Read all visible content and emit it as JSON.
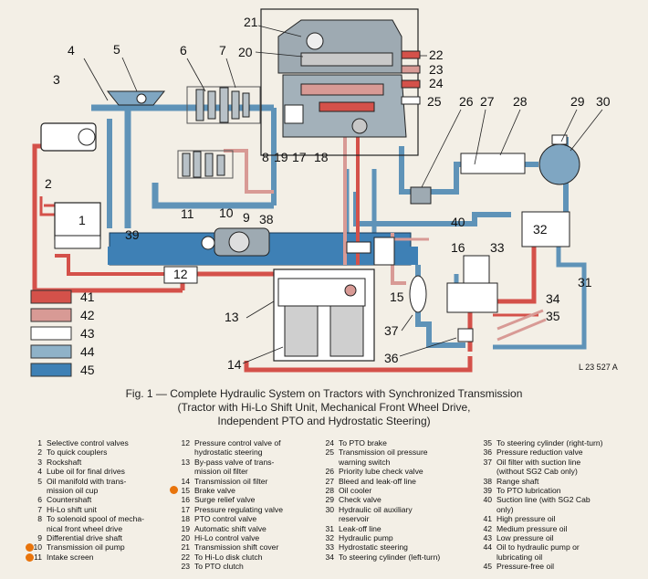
{
  "colors": {
    "high_pressure": "#d4514a",
    "medium_pressure": "#d89a95",
    "low_pressure": "#ffffff",
    "pto_lubrication": "#8fb2c8",
    "pressure_free": "#3e80b5",
    "marker": "#e8740c"
  },
  "callouts": [
    "1",
    "2",
    "3",
    "4",
    "5",
    "6",
    "7",
    "8",
    "9",
    "10",
    "11",
    "12",
    "13",
    "14",
    "15",
    "16",
    "17",
    "18",
    "19",
    "20",
    "21",
    "22",
    "23",
    "24",
    "25",
    "26",
    "27",
    "28",
    "29",
    "30",
    "31",
    "32",
    "33",
    "34",
    "35",
    "36",
    "37",
    "38",
    "39",
    "40"
  ],
  "legend": [
    {
      "num": "41",
      "color": "#d4514a"
    },
    {
      "num": "42",
      "color": "#d89a95"
    },
    {
      "num": "43",
      "color": "#ffffff"
    },
    {
      "num": "44",
      "color": "#8fb2c8"
    },
    {
      "num": "45",
      "color": "#3e80b5"
    }
  ],
  "drawing_ref": "L 23 527 A",
  "caption": {
    "line1": "Fig. 1 — Complete Hydraulic System on Tractors with Synchronized Transmission",
    "line2": "(Tractor with Hi-Lo Shift Unit, Mechanical Front Wheel Drive,",
    "line3": "Independent PTO and Hydrostatic Steering)"
  },
  "parts_columns": [
    [
      {
        "n": "1",
        "t": "Selective control valves"
      },
      {
        "n": "2",
        "t": "To quick couplers"
      },
      {
        "n": "3",
        "t": "Rockshaft"
      },
      {
        "n": "4",
        "t": "Lube oil for final drives"
      },
      {
        "n": "5",
        "t": "Oil manifold with trans-"
      },
      {
        "n": "",
        "t": "mission oil cup"
      },
      {
        "n": "6",
        "t": "Countershaft"
      },
      {
        "n": "7",
        "t": "Hi-Lo shift unit"
      },
      {
        "n": "8",
        "t": "To solenoid spool of mecha-"
      },
      {
        "n": "",
        "t": "nical front wheel drive"
      },
      {
        "n": "9",
        "t": "Differential drive shaft"
      },
      {
        "n": "10",
        "t": "Transmission oil pump"
      },
      {
        "n": "11",
        "t": "Intake screen"
      }
    ],
    [
      {
        "n": "12",
        "t": "Pressure control valve of"
      },
      {
        "n": "",
        "t": "hydrostatic steering"
      },
      {
        "n": "13",
        "t": "By-pass valve of trans-"
      },
      {
        "n": "",
        "t": "mission oil filter"
      },
      {
        "n": "14",
        "t": "Transmission oil filter"
      },
      {
        "n": "15",
        "t": "Brake valve"
      },
      {
        "n": "16",
        "t": "Surge relief valve"
      },
      {
        "n": "17",
        "t": "Pressure regulating valve"
      },
      {
        "n": "18",
        "t": "PTO control valve"
      },
      {
        "n": "19",
        "t": "Automatic shift valve"
      },
      {
        "n": "20",
        "t": "Hi-Lo control valve"
      },
      {
        "n": "21",
        "t": "Transmission shift cover"
      },
      {
        "n": "22",
        "t": "To Hi-Lo disk clutch"
      },
      {
        "n": "23",
        "t": "To PTO clutch"
      }
    ],
    [
      {
        "n": "24",
        "t": "To PTO brake"
      },
      {
        "n": "25",
        "t": "Transmission oil pressure"
      },
      {
        "n": "",
        "t": "warning switch"
      },
      {
        "n": "26",
        "t": "Priority lube check valve"
      },
      {
        "n": "27",
        "t": "Bleed and leak-off line"
      },
      {
        "n": "28",
        "t": "Oil cooler"
      },
      {
        "n": "29",
        "t": "Check valve"
      },
      {
        "n": "30",
        "t": "Hydraulic oil auxiliary"
      },
      {
        "n": "",
        "t": "reservoir"
      },
      {
        "n": "31",
        "t": "Leak-off line"
      },
      {
        "n": "32",
        "t": "Hydraulic pump"
      },
      {
        "n": "33",
        "t": "Hydrostatic steering"
      },
      {
        "n": "34",
        "t": "To steering cylinder (left-turn)"
      }
    ],
    [
      {
        "n": "35",
        "t": "To steering cylinder (right-turn)"
      },
      {
        "n": "36",
        "t": "Pressure reduction valve"
      },
      {
        "n": "37",
        "t": "Oil filter with suction line"
      },
      {
        "n": "",
        "t": "(without SG2 Cab only)"
      },
      {
        "n": "38",
        "t": "Range shaft"
      },
      {
        "n": "39",
        "t": "To PTO lubrication"
      },
      {
        "n": "40",
        "t": "Suction line (with SG2 Cab"
      },
      {
        "n": "",
        "t": "only)"
      },
      {
        "n": "41",
        "t": "High pressure oil"
      },
      {
        "n": "42",
        "t": "Medium pressure oil"
      },
      {
        "n": "43",
        "t": "Low pressure oil"
      },
      {
        "n": "44",
        "t": "Oil to hydraulic pump or"
      },
      {
        "n": "",
        "t": "lubricating oil"
      },
      {
        "n": "45",
        "t": "Pressure-free oil"
      }
    ]
  ]
}
